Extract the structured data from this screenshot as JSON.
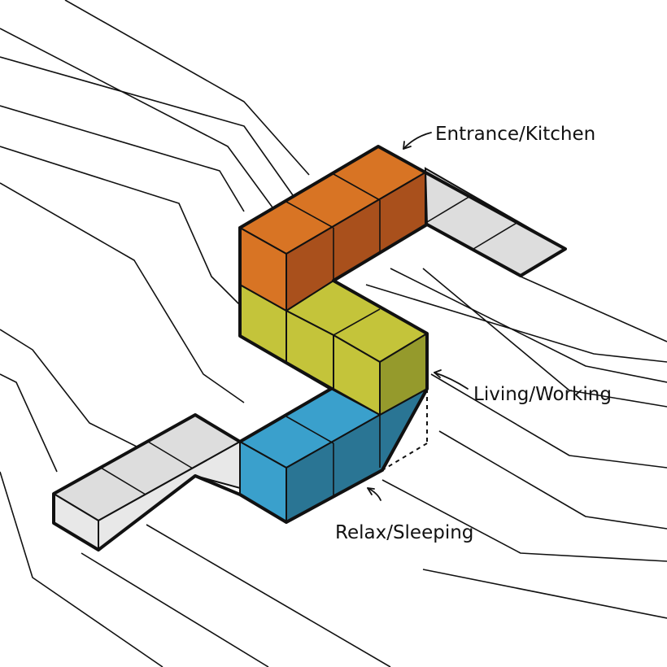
{
  "labels": {
    "entrance": "Entrance/Kitchen",
    "living": "Living/Working",
    "relax": "Relax/Sleeping"
  },
  "colors": {
    "outline": "#111111",
    "terrain_line": "#111111",
    "background": "#ffffff",
    "entrance_top": "#d87424",
    "entrance_side": "#a9501c",
    "living_top": "#c4c43a",
    "living_side": "#959a2c",
    "relax_top": "#3aa0cc",
    "relax_side": "#2a7594",
    "walkway": "#dddddd",
    "walkway_side": "#e8e8e8"
  }
}
